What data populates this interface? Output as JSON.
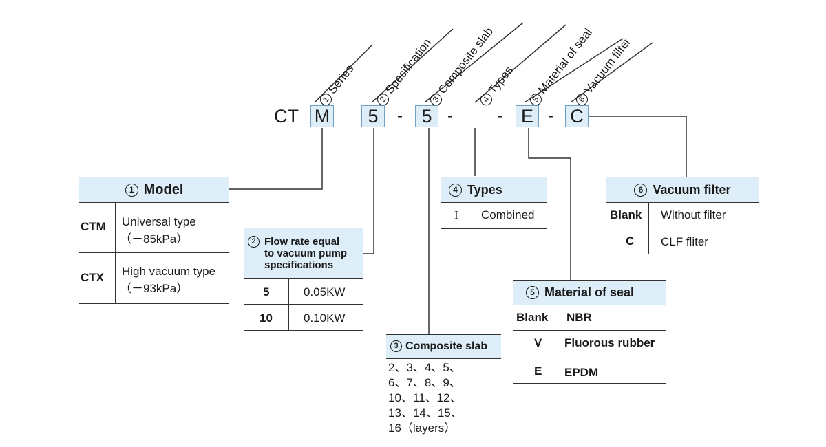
{
  "code": {
    "prefix": "CT",
    "boxes": [
      "M",
      "5",
      "5",
      "E",
      "C"
    ],
    "dash": "-"
  },
  "labels": [
    {
      "num": "1",
      "text": "Series"
    },
    {
      "num": "2",
      "text": "Specification"
    },
    {
      "num": "3",
      "text": "Composite slab"
    },
    {
      "num": "4",
      "text": "Types"
    },
    {
      "num": "5",
      "text": "Material of seal"
    },
    {
      "num": "6",
      "text": "Vacuum filter"
    }
  ],
  "model": {
    "num": "1",
    "title": "Model",
    "rows": [
      {
        "code": "CTM",
        "desc1": "Universal type",
        "desc2": "（－85kPa）"
      },
      {
        "code": "CTX",
        "desc1": "High vacuum type",
        "desc2": "（－93kPa）"
      }
    ]
  },
  "spec": {
    "num": "2",
    "title_lines": [
      "Flow rate equal",
      "to vacuum pump",
      "specifications"
    ],
    "rows": [
      {
        "code": "5",
        "value": "0.05KW"
      },
      {
        "code": "10",
        "value": "0.10KW"
      }
    ]
  },
  "slab": {
    "num": "3",
    "title": "Composite slab",
    "lines": [
      "2、3、4、5、",
      "6、7、8、9、",
      "10、11、12、",
      "13、14、15、",
      "16（layers）"
    ]
  },
  "types": {
    "num": "4",
    "title": "Types",
    "rows": [
      {
        "code": "I",
        "value": "Combined"
      }
    ]
  },
  "seal": {
    "num": "5",
    "title": "Material of seal",
    "rows": [
      {
        "code": "Blank",
        "value": "NBR"
      },
      {
        "code": "V",
        "value": "Fluorous rubber"
      },
      {
        "code": "E",
        "value": "EPDM"
      }
    ]
  },
  "filter": {
    "num": "6",
    "title": "Vacuum filter",
    "rows": [
      {
        "code": "Blank",
        "value": "Without filter"
      },
      {
        "code": "C",
        "value": "CLF fliter"
      }
    ]
  }
}
